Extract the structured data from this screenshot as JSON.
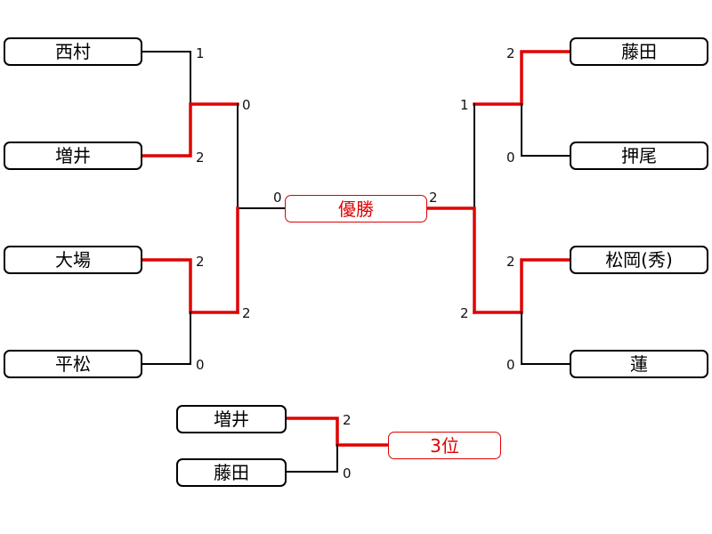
{
  "left_bracket": {
    "players": [
      {
        "name": "西村",
        "score": "1"
      },
      {
        "name": "増井",
        "score": "2"
      },
      {
        "name": "大場",
        "score": "2"
      },
      {
        "name": "平松",
        "score": "0"
      }
    ],
    "semifinal_scores": [
      "0",
      "2"
    ],
    "final_score": "0"
  },
  "right_bracket": {
    "players": [
      {
        "name": "藤田",
        "score": "2"
      },
      {
        "name": "押尾",
        "score": "0"
      },
      {
        "name": "松岡(秀)",
        "score": "2"
      },
      {
        "name": "蓮",
        "score": "0"
      }
    ],
    "semifinal_scores": [
      "1",
      "2"
    ],
    "final_score": "2"
  },
  "champion_label": "優勝",
  "third_place": {
    "players": [
      {
        "name": "増井",
        "score": "2"
      },
      {
        "name": "藤田",
        "score": "0"
      }
    ],
    "label": "3位"
  },
  "colors": {
    "winner_line": "#e00000",
    "line": "#000000"
  }
}
